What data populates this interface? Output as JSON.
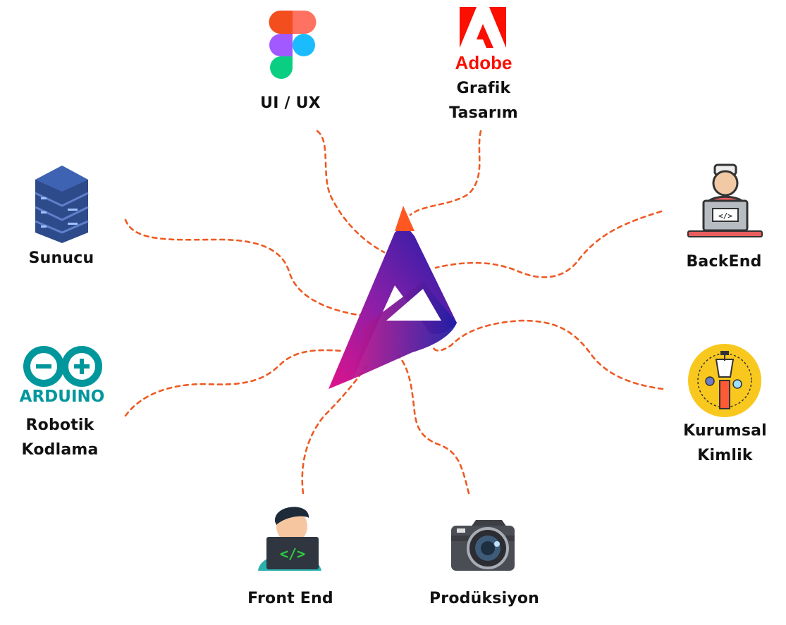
{
  "nodes": [
    {
      "id": "uiux",
      "icon": "figma-icon",
      "lines": [
        "UI / UX"
      ]
    },
    {
      "id": "grafik",
      "icon": "adobe-icon",
      "lines": [
        "Grafik",
        "Tasarım"
      ],
      "icon_text": "Adobe"
    },
    {
      "id": "sunucu",
      "icon": "server-stack-icon",
      "lines": [
        "Sunucu"
      ]
    },
    {
      "id": "backend",
      "icon": "backend-developer-icon",
      "lines": [
        "BackEnd"
      ]
    },
    {
      "id": "robotik",
      "icon": "arduino-icon",
      "lines": [
        "Robotik",
        "Kodlama"
      ],
      "icon_text": "ARDUINO"
    },
    {
      "id": "kurumsal",
      "icon": "pen-tool-icon",
      "lines": [
        "Kurumsal",
        "Kimlik"
      ]
    },
    {
      "id": "frontend",
      "icon": "frontend-developer-icon",
      "lines": [
        "Front End"
      ]
    },
    {
      "id": "produksiyon",
      "icon": "camera-icon",
      "lines": [
        "Prodüksiyon"
      ]
    }
  ],
  "colors": {
    "connector": "#ee5a24",
    "logo_gradient": [
      "#e0128a",
      "#7b1fa2",
      "#1a1ea8"
    ],
    "logo_tip": "#ff5722",
    "adobe_red": "#fa0f00",
    "arduino_teal": "#00979c",
    "server_blue": "#2d4a8a",
    "pen_badge": "#f9c81e"
  }
}
